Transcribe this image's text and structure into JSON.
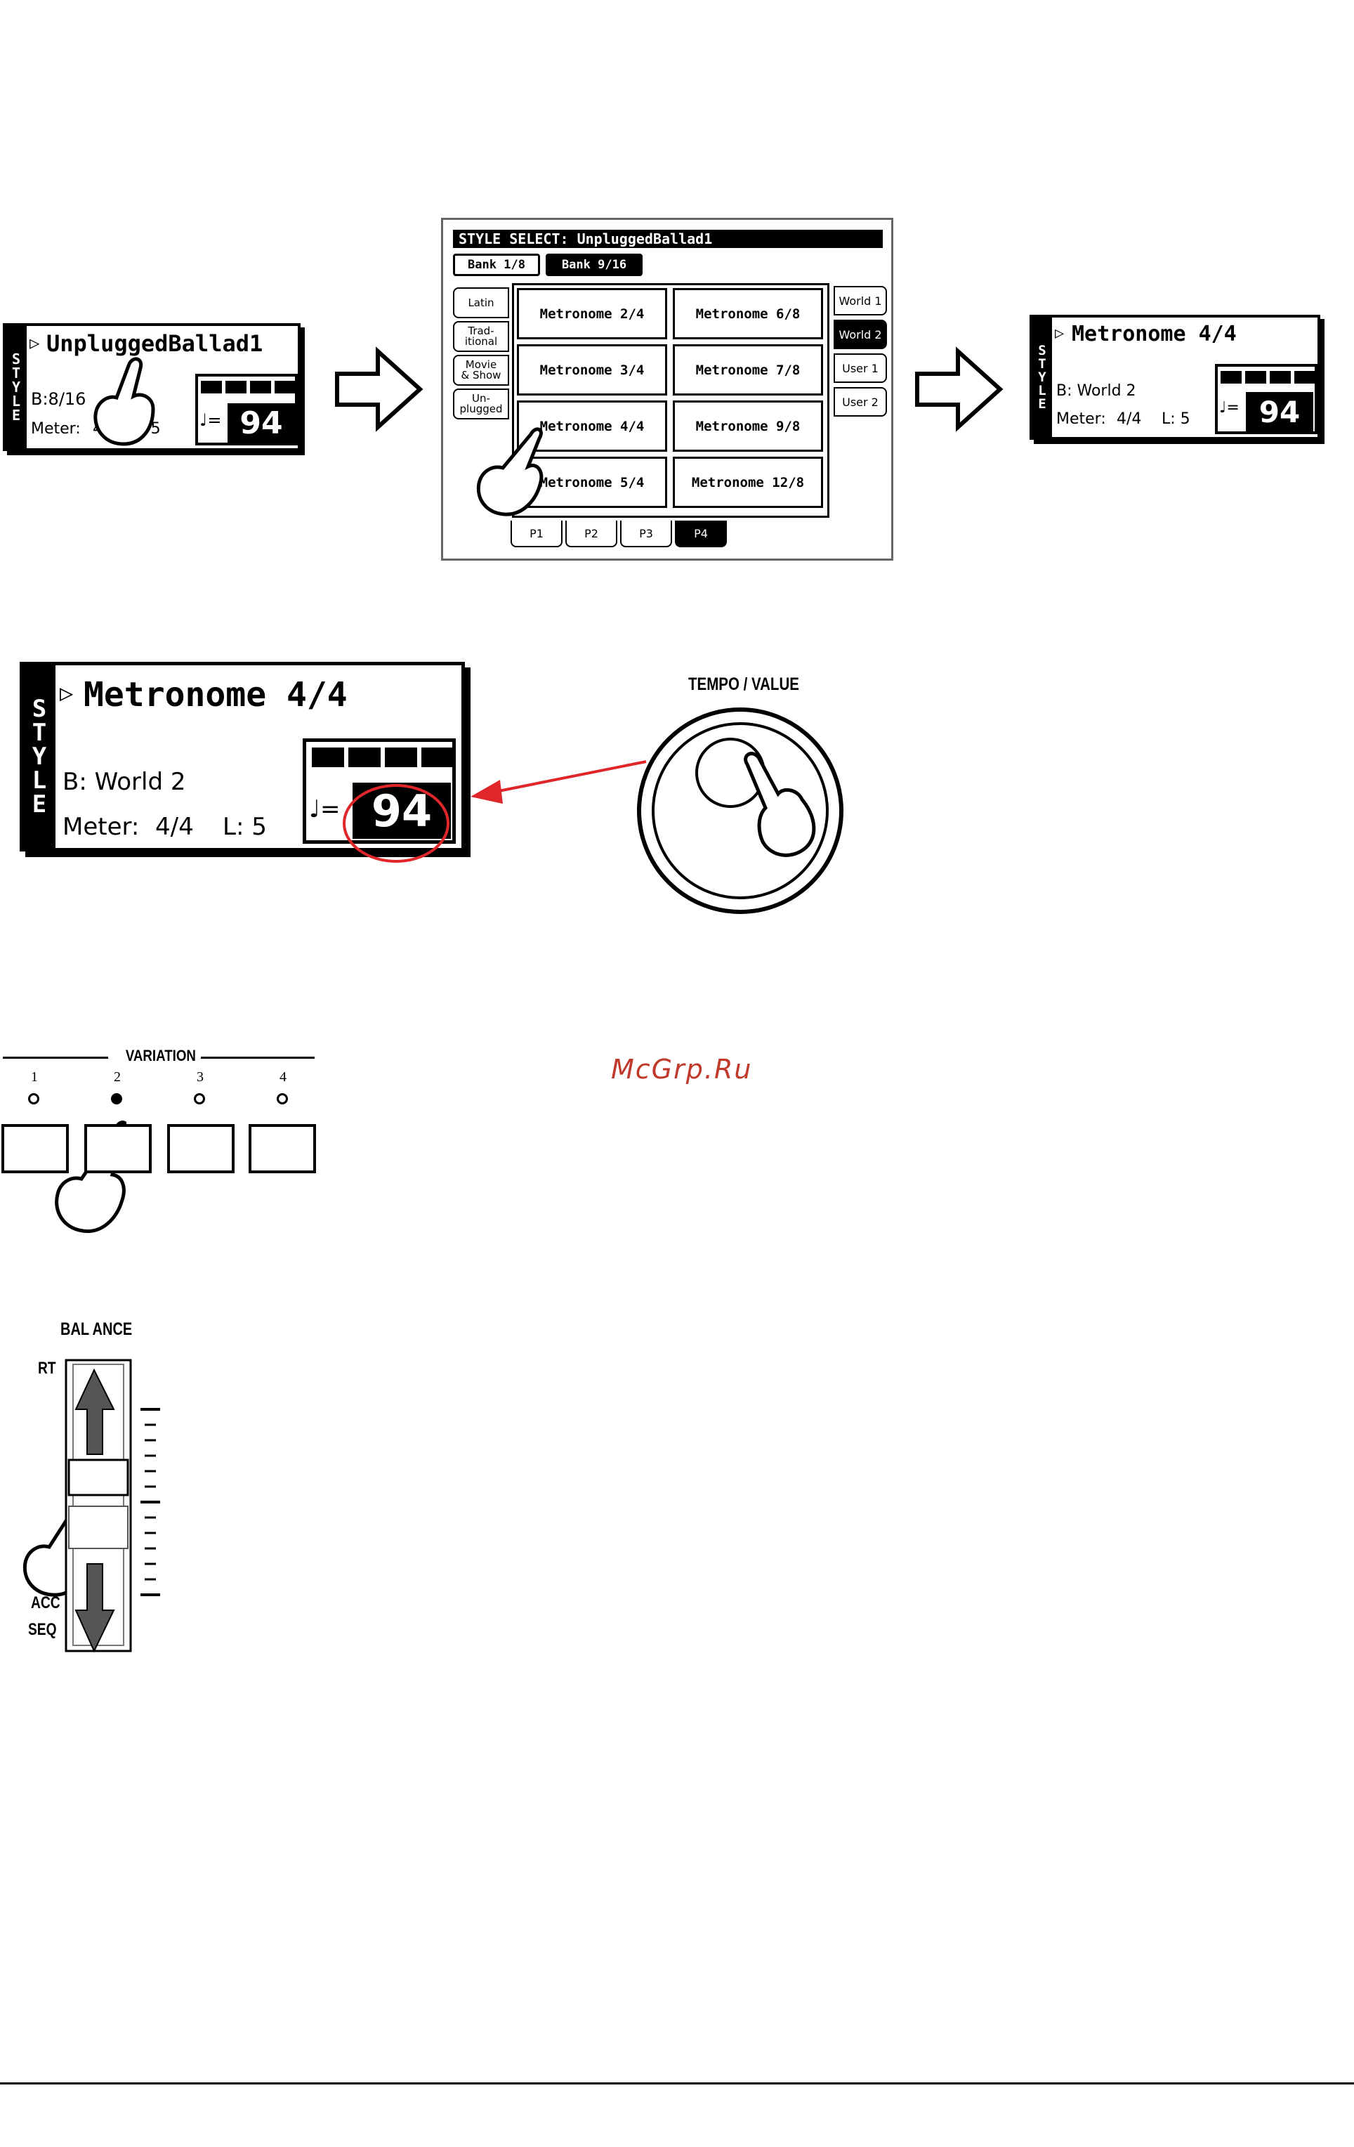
{
  "panel_before": {
    "strip": [
      "S",
      "T",
      "Y",
      "L",
      "E"
    ],
    "title": "UnpluggedBallad1",
    "bank": "B:8/16",
    "meter_label": "Meter:",
    "meter_value": "4/",
    "length": "L: 5",
    "tempo": "94",
    "tempo_note": "♩="
  },
  "style_select": {
    "header": "STYLE SELECT: UnpluggedBallad1",
    "banks": [
      {
        "label": "Bank 1/8",
        "selected": false
      },
      {
        "label": "Bank 9/16",
        "selected": true
      }
    ],
    "left_categories": [
      "Latin",
      "Trad-\nitional",
      "Movie\n& Show",
      "Un-\nplugged"
    ],
    "styles": [
      "Metronome 2/4",
      "Metronome 6/8",
      "Metronome 3/4",
      "Metronome 7/8",
      "Metronome 4/4",
      "Metronome 9/8",
      "Metronome 5/4",
      "Metronome 12/8"
    ],
    "right_categories": [
      {
        "label": "World 1",
        "selected": false
      },
      {
        "label": "World 2",
        "selected": true
      },
      {
        "label": "User 1",
        "selected": false
      },
      {
        "label": "User 2",
        "selected": false
      }
    ],
    "pages": [
      {
        "label": "P1",
        "selected": false
      },
      {
        "label": "P2",
        "selected": false
      },
      {
        "label": "P3",
        "selected": false
      },
      {
        "label": "P4",
        "selected": true
      }
    ]
  },
  "panel_after": {
    "strip": [
      "S",
      "T",
      "Y",
      "L",
      "E"
    ],
    "title": "Metronome 4/4",
    "bank": "B: World 2",
    "meter_label": "Meter:",
    "meter_value": "4/4",
    "length": "L: 5",
    "tempo": "94",
    "tempo_note": "♩="
  },
  "panel_large": {
    "strip": [
      "S",
      "T",
      "Y",
      "L",
      "E"
    ],
    "title": "Metronome 4/4",
    "bank": "B: World 2",
    "meter_label": "Meter:",
    "meter_value": "4/4",
    "length": "L: 5",
    "tempo": "94",
    "tempo_note": "♩="
  },
  "tempo_dial": {
    "label": "TEMPO / VALUE"
  },
  "variation": {
    "label": "VARIATION",
    "buttons": [
      {
        "number": "1",
        "led_on": false
      },
      {
        "number": "2",
        "led_on": true
      },
      {
        "number": "3",
        "led_on": false
      },
      {
        "number": "4",
        "led_on": false
      }
    ]
  },
  "balance": {
    "label": "BAL ANCE",
    "top_label": "RT",
    "bottom_label_1": "ACC",
    "bottom_label_2": "SEQ"
  },
  "watermark": "McGrp.Ru",
  "colors": {
    "highlight": "#e0262b",
    "ink": "#000000",
    "watermark": "#c0392b"
  }
}
